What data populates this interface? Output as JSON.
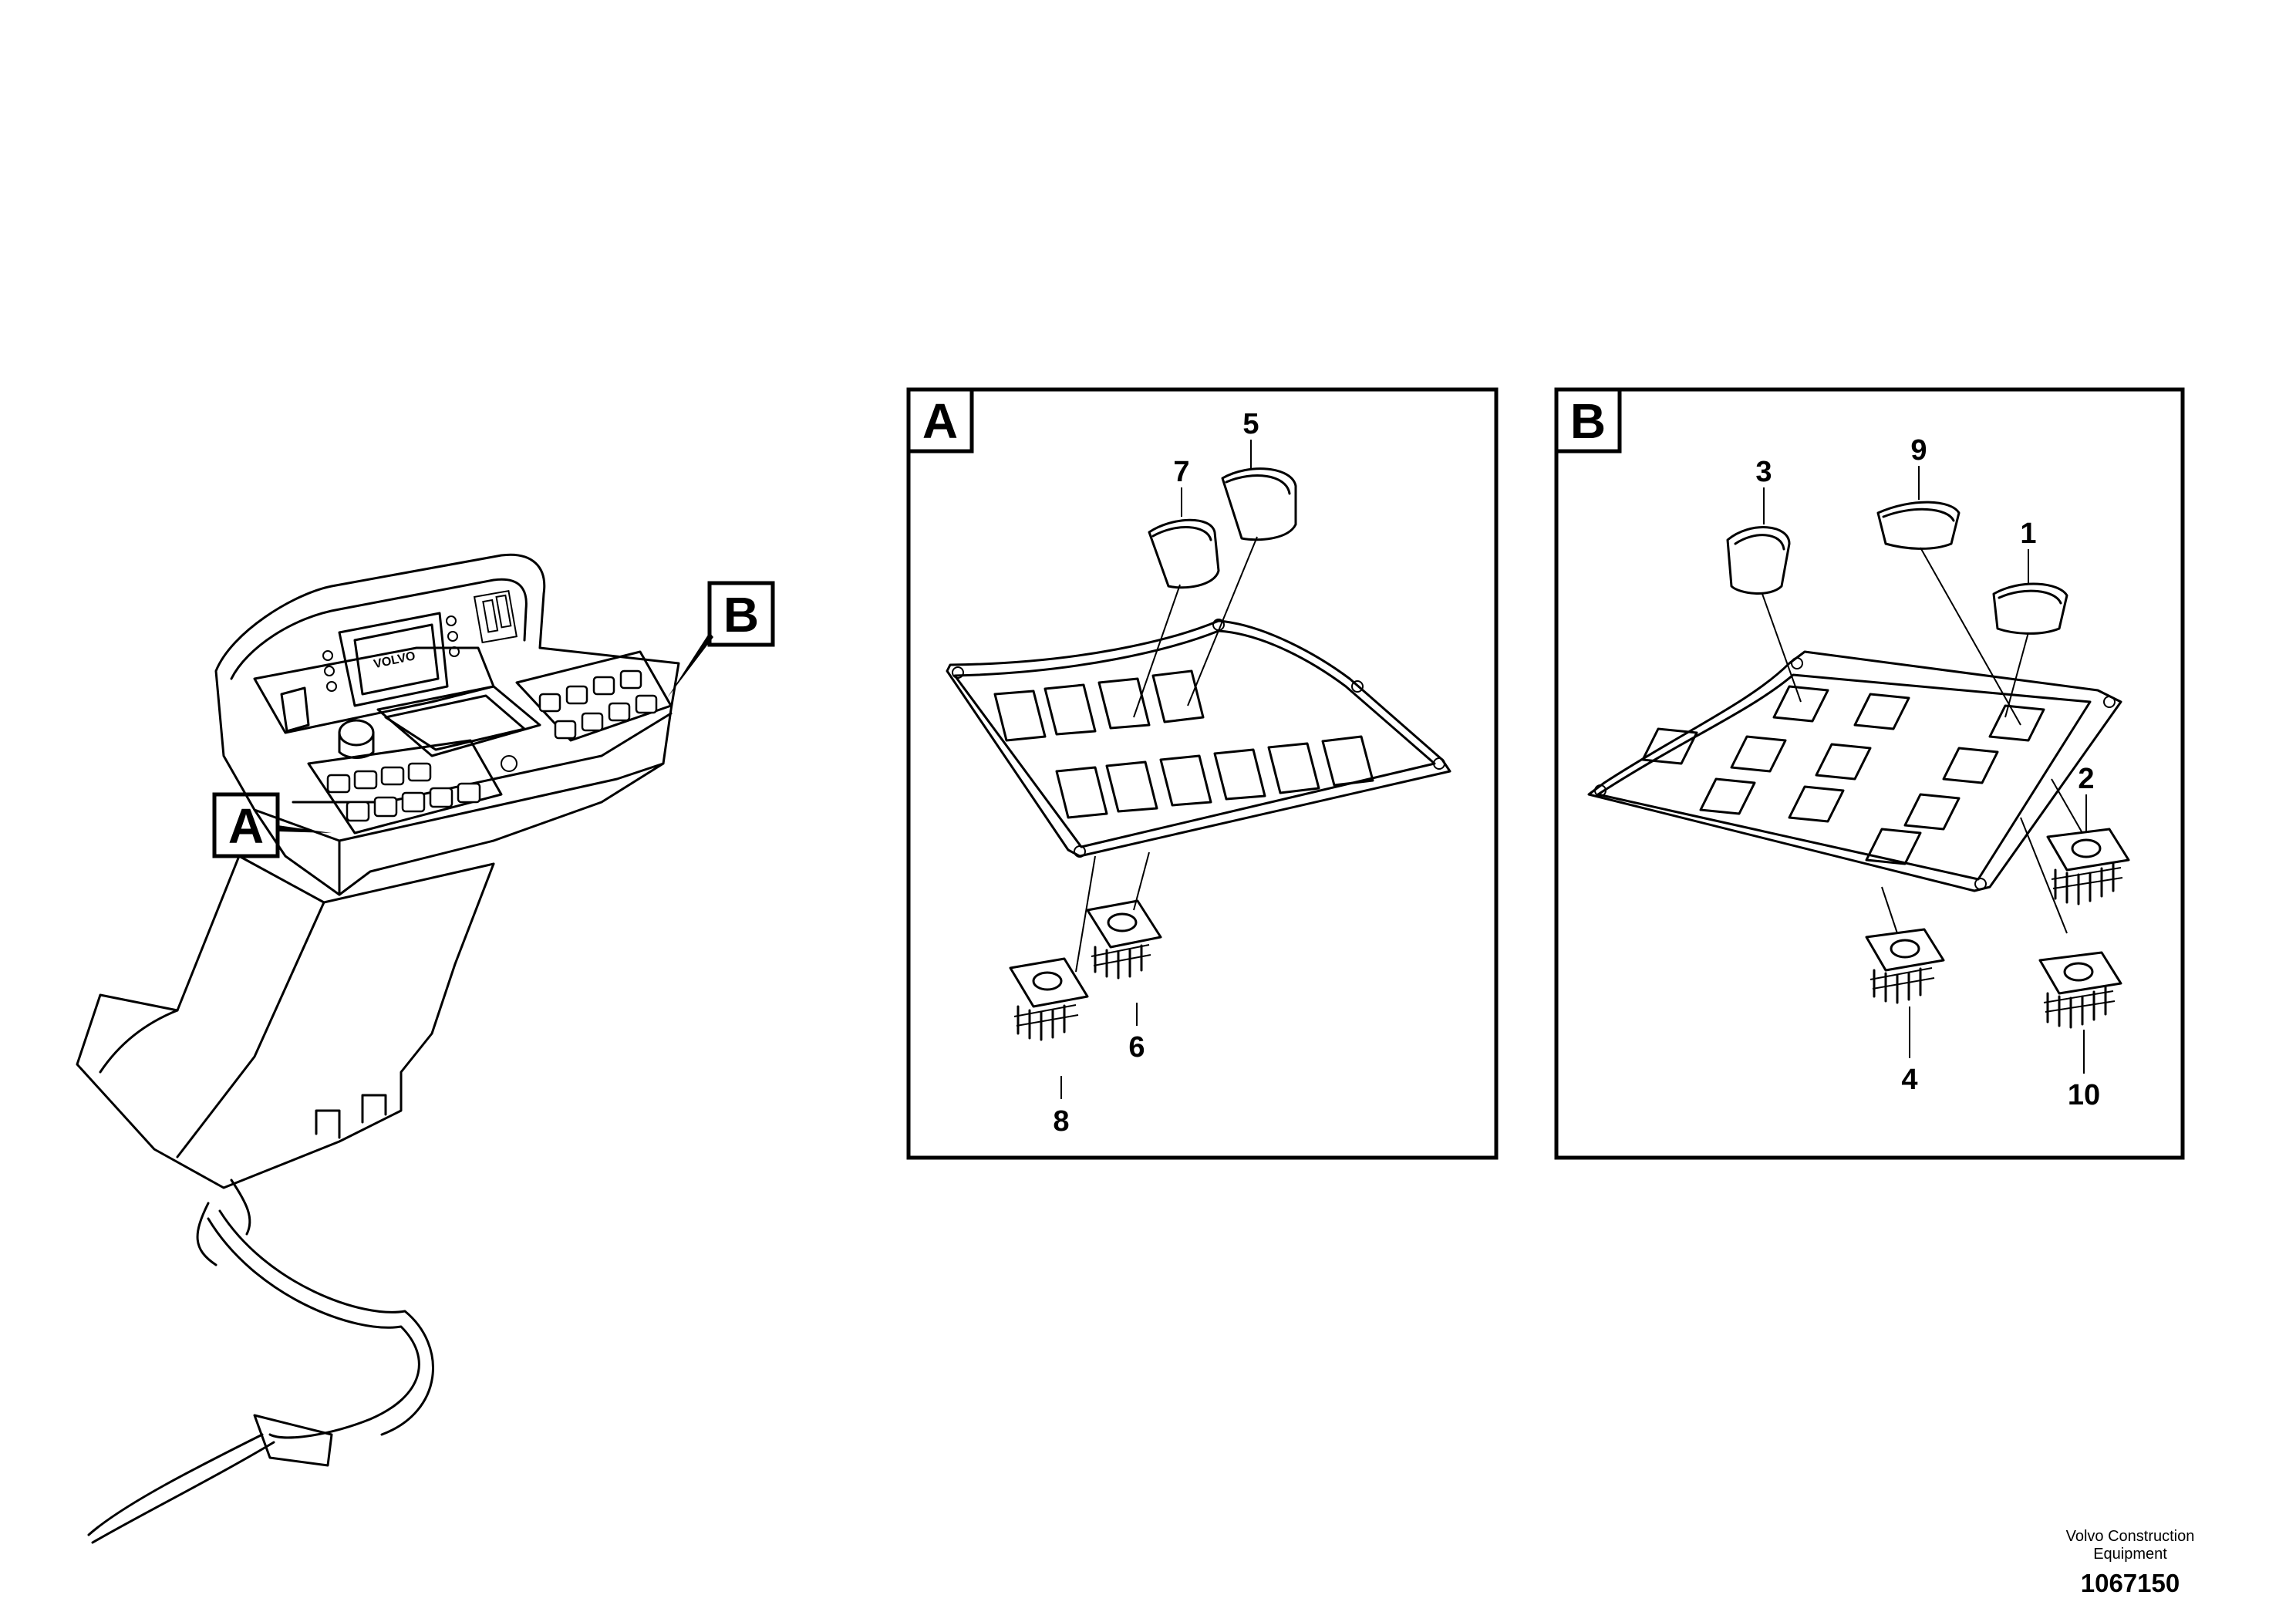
{
  "detail_a": {
    "letter": "A",
    "callouts": [
      "5",
      "7",
      "6",
      "8"
    ]
  },
  "detail_b": {
    "letter": "B",
    "callouts": [
      "3",
      "9",
      "1",
      "2",
      "4",
      "10"
    ]
  },
  "overview": {
    "label_a": "A",
    "label_b": "B",
    "display_brand": "VOLVO"
  },
  "footer": {
    "credit_line1": "Volvo Construction",
    "credit_line2": "Equipment",
    "document_number": "1067150"
  }
}
